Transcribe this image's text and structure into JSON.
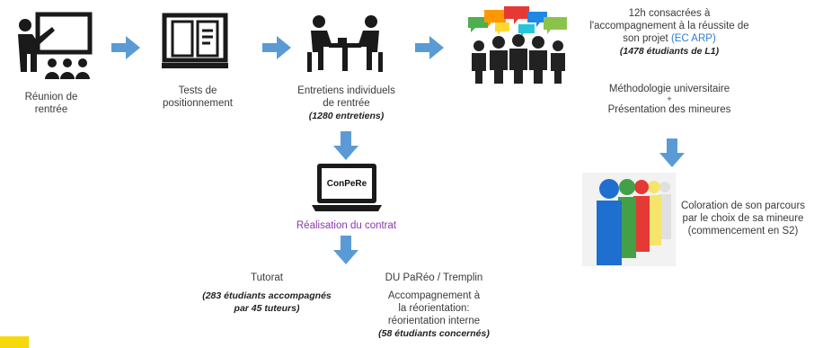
{
  "steps": {
    "reunion": {
      "line1": "Réunion de",
      "line2": "rentrée"
    },
    "tests": {
      "line1": "Tests de",
      "line2": "positionnement"
    },
    "entretiens": {
      "line1": "Entretiens individuels",
      "line2": "de rentrée",
      "count": "(1280 entretiens)"
    },
    "accompagnement": {
      "line1": "12h consacrées à",
      "line2": "l'accompagnement à la réussite de",
      "line3_prefix": "son projet",
      "line3_link": "(EC ARP)",
      "count": "(1478 étudiants de L1)",
      "item1": "Méthodologie universitaire",
      "plus": "+",
      "item2": "Présentation des mineures"
    },
    "coloration": {
      "line1": "Coloration de son parcours",
      "line2": "par le choix de sa mineure",
      "line3": "(commencement en S2)"
    },
    "contrat": {
      "screen_label": "ConPeRe",
      "caption": "Réalisation du contrat"
    },
    "tutorat": {
      "title": "Tutorat",
      "count_line1": "(283 étudiants accompagnés",
      "count_line2": "par 45 tuteurs)"
    },
    "dupareo": {
      "title": "DU PaRéo / Tremplin",
      "line1": "Accompagnement à",
      "line2": "la réorientation:",
      "line3": "réorientation interne",
      "count": "(58 étudiants concernés)"
    }
  },
  "colors": {
    "arrow": "#5b9bd5",
    "icon": "#1a1a1a",
    "link": "#2d7fd1",
    "purple": "#8a3aa8",
    "yellow_corner": "#f5d90a"
  }
}
